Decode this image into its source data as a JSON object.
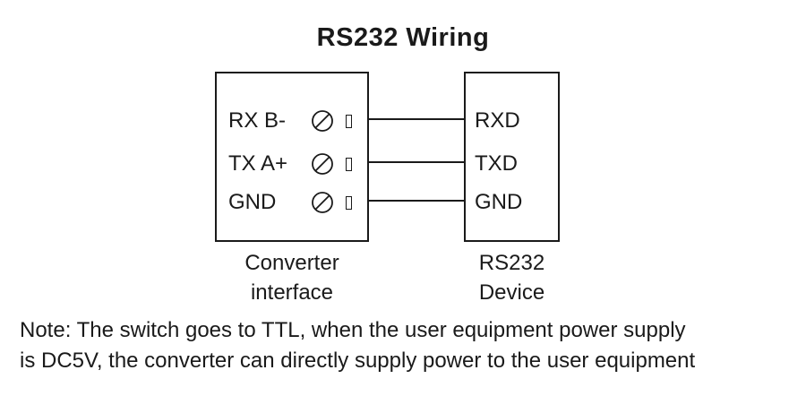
{
  "title": "RS232 Wiring",
  "left_box": {
    "pins": [
      {
        "label": "RX B-"
      },
      {
        "label": "TX A+"
      },
      {
        "label": "GND"
      }
    ],
    "caption_line1": "Converter",
    "caption_line2": "interface"
  },
  "right_box": {
    "pins": [
      {
        "label": "RXD"
      },
      {
        "label": "TXD"
      },
      {
        "label": "GND"
      }
    ],
    "caption_line1": "RS232",
    "caption_line2": "Device"
  },
  "icons": {
    "screw_terminal": "circle-with-slash",
    "connector_pin": "small-rectangle"
  },
  "colors": {
    "line": "#1a1a1a",
    "text": "#1a1a1a",
    "background": "#ffffff"
  },
  "note": {
    "line1": "Note: The switch goes to TTL, when the user equipment power supply",
    "line2": "is DC5V, the converter can directly supply power to the user equipment"
  }
}
